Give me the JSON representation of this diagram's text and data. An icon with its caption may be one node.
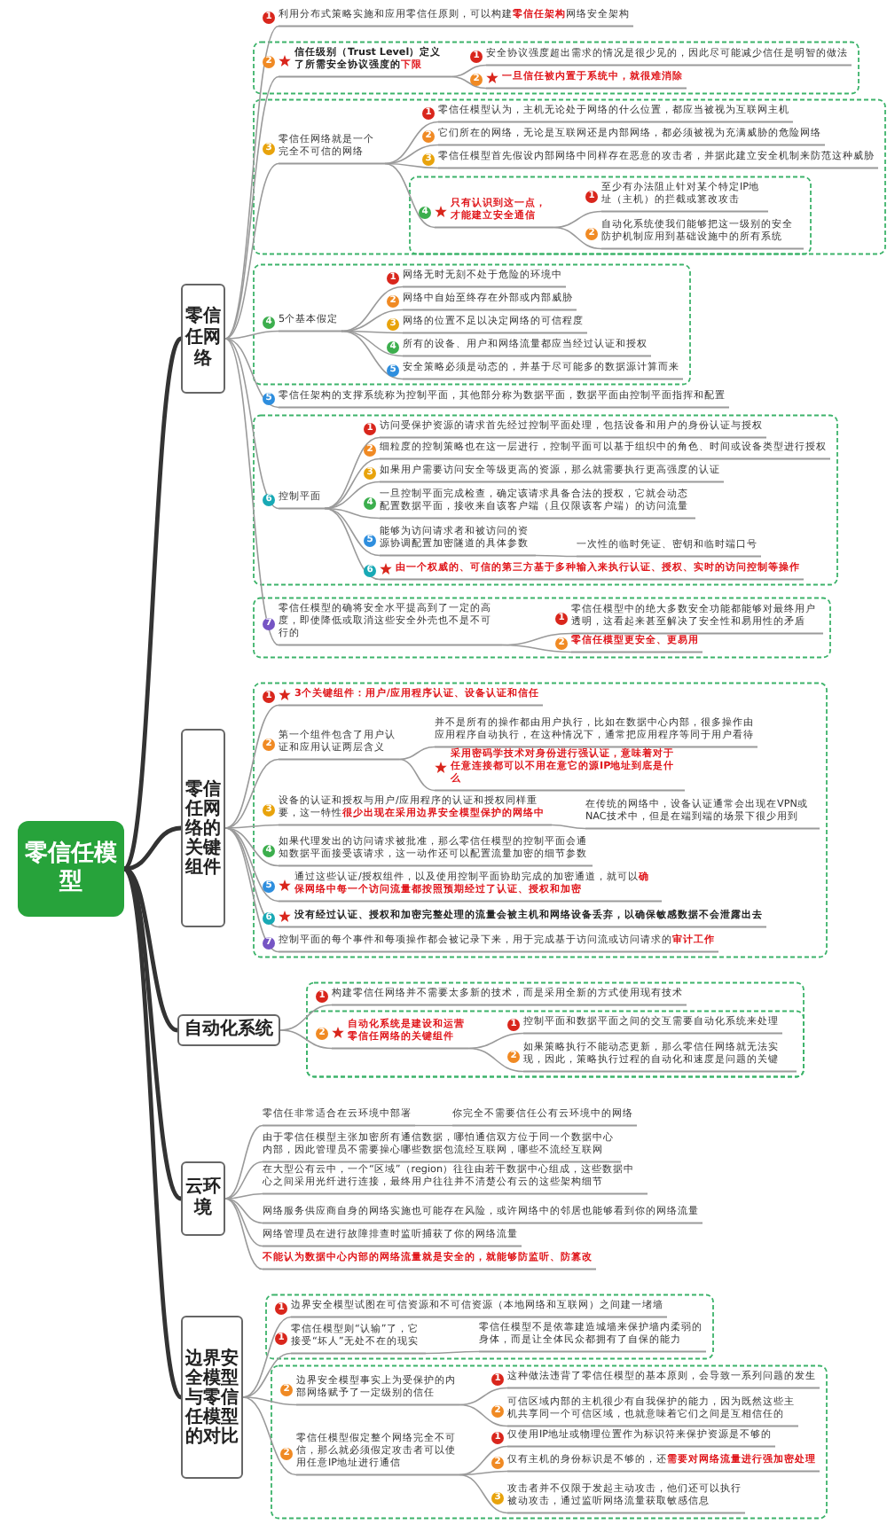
{
  "diagram": {
    "nodes": [
      {
        "text": [
          "零信任模型"
        ]
      },
      {
        "text": [
          "零信任网络"
        ]
      },
      {
        "text": [
          "利用分布式策略实施和应用零信任原则，可以构建**零信任架构**网络安全架构"
        ],
        "beside": [
          "1"
        ]
      },
      {
        "text": [
          "信任级别（Trust Level）定义了所需安全协议强度的**下限**"
        ],
        "beside": [
          "2"
        ]
      },
      {
        "text": [
          "安全协议强度超出需求的情况是很少见的，因此尽可能减少信任是明智的做法"
        ],
        "beside": [
          "1"
        ]
      },
      {
        "text": [
          "一旦信任被内置于系统中，就很难消除"
        ],
        "beside": [
          "2"
        ]
      },
      {
        "text": [
          "零信任网络就是一个完全不可信的网络"
        ],
        "beside": [
          "3"
        ]
      },
      {
        "text": [
          "零信任模型认为，主机无论处于网络的什么位置，都应当被视为互联网主机"
        ],
        "beside": [
          "1"
        ]
      },
      {
        "text": [
          "它们所在的网络，无论是互联网还是内部网络，都必须被视为充满威胁的危险网络"
        ],
        "beside": [
          "2"
        ]
      },
      {
        "text": [
          "零信任模型首先假设内部网络中同样存在恶意的攻击者，并据此建立安全机制来防范这种威胁"
        ],
        "beside": [
          "3"
        ]
      },
      {
        "text": [
          "只有认识到这一点，才能建立安全通信"
        ],
        "beside": [
          "4"
        ]
      },
      {
        "text": [
          "至少有办法阻止针对某个特定IP地址（主机）的拦截或篡改攻击"
        ],
        "beside": [
          "1"
        ]
      },
      {
        "text": [
          "自动化系统使我们能够把这一级别的安全防护机制应用到基础设施中的所有系统"
        ],
        "beside": [
          "2"
        ]
      },
      {
        "text": [
          "5个基本假定"
        ],
        "beside": [
          "4"
        ]
      },
      {
        "text": [
          "网络无时无刻不处于危险的环境中"
        ],
        "beside": [
          "1"
        ]
      },
      {
        "text": [
          "网络中自始至终存在外部或内部威胁"
        ],
        "beside": [
          "2"
        ]
      },
      {
        "text": [
          "网络的位置不足以决定网络的可信程度"
        ],
        "beside": [
          "3"
        ]
      },
      {
        "text": [
          "所有的设备、用户和网络流量都应当经过认证和授权"
        ],
        "beside": [
          "4"
        ]
      },
      {
        "text": [
          "安全策略必须是动态的，并基于尽可能多的数据源计算而来"
        ],
        "beside": [
          "5"
        ]
      },
      {
        "text": [
          "零信任架构的支撑系统称为控制平面，其他部分称为数据平面，数据平面由控制平面指挥和配置"
        ],
        "beside": [
          "5"
        ]
      },
      {
        "text": [
          "控制平面"
        ],
        "beside": [
          "6"
        ]
      },
      {
        "text": [
          "访问受保护资源的请求首先经过控制平面处理，包括设备和用户的身份认证与授权"
        ],
        "beside": [
          "1"
        ]
      },
      {
        "text": [
          "细粒度的控制策略也在这一层进行，控制平面可以基于组织中的角色、时间或设备类型进行授权"
        ],
        "beside": [
          "2"
        ]
      },
      {
        "text": [
          "如果用户需要访问安全等级更高的资源，那么就需要执行更高强度的认证"
        ],
        "beside": [
          "3"
        ]
      },
      {
        "text": [
          "一旦控制平面完成检查，确定该请求具备合法的授权，它就会动态配置数据平面，接收来自该客户端（且仅限该客户端）的访问流量"
        ],
        "beside": [
          "4"
        ]
      },
      {
        "text": [
          "能够为访问请求者和被访问的资源协调配置加密隧道的具体参数"
        ],
        "beside": [
          "5"
        ]
      },
      {
        "text": [
          "一次性的临时凭证、密钥和临时端口号"
        ]
      },
      {
        "text": [
          "由一个权威的、可信的第三方基于多种输入来执行认证、授权、实时的访问控制等操作"
        ],
        "beside": [
          "6"
        ]
      },
      {
        "text": [
          "零信任模型的确将安全水平提高到了一定的高度，即使降低或取消这些安全外壳也不是不可行的"
        ],
        "beside": [
          "7"
        ]
      },
      {
        "text": [
          "零信任模型中的绝大多数安全功能都能够对最终用户透明，这看起来甚至解决了安全性和易用性的矛盾"
        ],
        "beside": [
          "1"
        ]
      },
      {
        "text": [
          "零信任模型更安全、更易用"
        ],
        "beside": [
          "2"
        ]
      },
      {
        "text": [
          "零信任网络的关键组件"
        ]
      },
      {
        "text": [
          "3个关键组件：用户/应用程序认证、设备认证和信任"
        ],
        "beside": [
          "1"
        ]
      },
      {
        "text": [
          "第一个组件包含了用户认证和应用认证两层含义"
        ],
        "beside": [
          "2"
        ]
      },
      {
        "text": [
          "并不是所有的操作都由用户执行，比如在数据中心内部，很多操作由应用程序自动执行，在这种情况下，通常把应用程序等同于用户看待"
        ]
      },
      {
        "text": [
          "采用密码学技术对身份进行强认证，意味着对于任意连接都可以不用在意它的源IP地址到底是什么"
        ]
      },
      {
        "text": [
          "设备的认证和授权与用户/应用程序的认证和授权同样重要，这一特性**很少出现在采用边界安全模型保护的网络中**"
        ],
        "beside": [
          "3"
        ]
      },
      {
        "text": [
          "在传统的网络中，设备认证通常会出现在VPN或NAC技术中，但是在端到端的场景下很少用到"
        ]
      },
      {
        "text": [
          "如果代理发出的访问请求被批准，那么零信任模型的控制平面会通知数据平面接受该请求，这一动作还可以配置流量加密的细节参数"
        ],
        "beside": [
          "4"
        ]
      },
      {
        "text": [
          "通过这些认证/授权组件，以及使用控制平面协助完成的加密通道，就可以**确保网络中每一个访问流量都按照预期经过了认证、授权和加密**"
        ],
        "beside": [
          "5"
        ]
      },
      {
        "text": [
          "没有经过认证、授权和加密完整处理的流量会被主机和网络设备丢弃，以确保敏感数据不会泄露出去"
        ],
        "beside": [
          "6"
        ]
      },
      {
        "text": [
          "控制平面的每个事件和每项操作都会被记录下来，用于完成基于访问流或访问请求的**审计工作**"
        ],
        "beside": [
          "7"
        ]
      },
      {
        "text": [
          "自动化系统"
        ]
      },
      {
        "text": [
          "构建零信任网络并不需要太多新的技术，而是采用全新的方式使用现有技术"
        ],
        "beside": [
          "1"
        ]
      },
      {
        "text": [
          "自动化系统是建设和运营零信任网络的关键组件"
        ],
        "beside": [
          "2"
        ]
      },
      {
        "text": [
          "控制平面和数据平面之间的交互需要自动化系统来处理"
        ],
        "beside": [
          "1"
        ]
      },
      {
        "text": [
          "如果策略执行不能动态更新，那么零信任网络就无法实现，因此，策略执行过程的自动化和速度是问题的关键"
        ],
        "beside": [
          "2"
        ]
      },
      {
        "text": [
          "云环境"
        ]
      },
      {
        "text": [
          "零信任非常适合在云环境中部署"
        ]
      },
      {
        "text": [
          "你完全不需要信任公有云环境中的网络"
        ]
      },
      {
        "text": [
          "由于零信任模型主张加密所有通信数据，哪怕通信双方位于同一个数据中心内部，因此管理员不需要操心哪些数据包流经互联网，哪些不流经互联网"
        ]
      },
      {
        "text": [
          "在大型公有云中，一个“区域”（region）往往由若干数据中心组成，这些数据中心之间采用光纤进行连接，最终用户往往并不清楚公有云的这些架构细节"
        ]
      },
      {
        "text": [
          "网络服务供应商自身的网络实施也可能存在风险，或许网络中的邻居也能够看到你的网络流量"
        ]
      },
      {
        "text": [
          "网络管理员在进行故障排查时监听捕获了你的网络流量"
        ]
      },
      {
        "text": [
          "不能认为数据中心内部的网络流量就是安全的，就能够防监听、防篡改"
        ]
      },
      {
        "text": [
          "边界安全模型与零信任模型的对比"
        ]
      },
      {
        "text": [
          "边界安全模型试图在可信资源和不可信资源（本地网络和互联网）之间建一堵墙"
        ],
        "beside": [
          "1"
        ]
      },
      {
        "text": [
          "零信任模型则“认输”了，它接受“坏人”无处不在的现实"
        ],
        "beside": [
          "1"
        ]
      },
      {
        "text": [
          "零信任模型不是依靠建造城墙来保护墙内柔弱的身体，而是让全体民众都拥有了自保的能力"
        ]
      },
      {
        "text": [
          "边界安全模型事实上为受保护的内部网络赋予了一定级别的信任"
        ],
        "beside": [
          "2"
        ]
      },
      {
        "text": [
          "这种做法违背了零信任模型的基本原则，会导致一系列问题的发生"
        ],
        "beside": [
          "1"
        ]
      },
      {
        "text": [
          "可信区域内部的主机很少有自我保护的能力，因为既然这些主机共享同一个可信区域，也就意味着它们之间是互相信任的"
        ],
        "beside": [
          "2"
        ]
      },
      {
        "text": [
          "零信任模型假定整个网络完全不可信，那么就必须假定攻击者可以使用任意IP地址进行通信"
        ],
        "beside": [
          "2"
        ]
      },
      {
        "text": [
          "仅使用IP地址或物理位置作为标识符来保护资源是不够的"
        ],
        "beside": [
          "1"
        ]
      },
      {
        "text": [
          "仅有主机的身份标识是不够的，还**需要对网络流量进行强加密处理**"
        ],
        "beside": [
          "2"
        ]
      },
      {
        "text": [
          "攻击者并不仅限于发起主动攻击，他们还可以执行被动攻击，通过监听网络流量获取敏感信息"
        ],
        "beside": [
          "3"
        ]
      }
    ],
    "edges": [
      {
        "from": 0,
        "to": 1,
        "arrow": "none",
        "style": "thick",
        "color": "#333333"
      },
      {
        "from": 0,
        "to": 31,
        "arrow": "none",
        "style": "thick",
        "color": "#333333"
      },
      {
        "from": 0,
        "to": 42,
        "arrow": "none",
        "style": "thick",
        "color": "#333333"
      },
      {
        "from": 0,
        "to": 47,
        "arrow": "none",
        "style": "thick",
        "color": "#333333"
      },
      {
        "from": 0,
        "to": 55,
        "arrow": "none",
        "style": "thick",
        "color": "#333333"
      },
      {
        "from": 1,
        "to": 2,
        "arrow": "none"
      },
      {
        "from": 1,
        "to": 3,
        "arrow": "none"
      },
      {
        "from": 3,
        "to": 4,
        "arrow": "none"
      },
      {
        "from": 3,
        "to": 5,
        "arrow": "none"
      },
      {
        "from": 1,
        "to": 6,
        "arrow": "none"
      },
      {
        "from": 6,
        "to": 7,
        "arrow": "none"
      },
      {
        "from": 6,
        "to": 8,
        "arrow": "none"
      },
      {
        "from": 6,
        "to": 9,
        "arrow": "none"
      },
      {
        "from": 6,
        "to": 10,
        "arrow": "none"
      },
      {
        "from": 10,
        "to": 11,
        "arrow": "none"
      },
      {
        "from": 10,
        "to": 12,
        "arrow": "none"
      },
      {
        "from": 1,
        "to": 13,
        "arrow": "none"
      },
      {
        "from": 13,
        "to": 14,
        "arrow": "none"
      },
      {
        "from": 13,
        "to": 15,
        "arrow": "none"
      },
      {
        "from": 13,
        "to": 16,
        "arrow": "none"
      },
      {
        "from": 13,
        "to": 17,
        "arrow": "none"
      },
      {
        "from": 13,
        "to": 18,
        "arrow": "none"
      },
      {
        "from": 1,
        "to": 19,
        "arrow": "none"
      },
      {
        "from": 1,
        "to": 20,
        "arrow": "none"
      },
      {
        "from": 20,
        "to": 21,
        "arrow": "none"
      },
      {
        "from": 20,
        "to": 22,
        "arrow": "none"
      },
      {
        "from": 20,
        "to": 23,
        "arrow": "none"
      },
      {
        "from": 20,
        "to": 24,
        "arrow": "none"
      },
      {
        "from": 20,
        "to": 25,
        "arrow": "none"
      },
      {
        "from": 25,
        "to": 26,
        "arrow": "none"
      },
      {
        "from": 20,
        "to": 27,
        "arrow": "none"
      },
      {
        "from": 1,
        "to": 28,
        "arrow": "none"
      },
      {
        "from": 28,
        "to": 29,
        "arrow": "none"
      },
      {
        "from": 28,
        "to": 30,
        "arrow": "none"
      },
      {
        "from": 31,
        "to": 32,
        "arrow": "none"
      },
      {
        "from": 31,
        "to": 33,
        "arrow": "none"
      },
      {
        "from": 33,
        "to": 34,
        "arrow": "none"
      },
      {
        "from": 33,
        "to": 35,
        "arrow": "none"
      },
      {
        "from": 31,
        "to": 36,
        "arrow": "none"
      },
      {
        "from": 36,
        "to": 37,
        "arrow": "none"
      },
      {
        "from": 31,
        "to": 38,
        "arrow": "none"
      },
      {
        "from": 31,
        "to": 39,
        "arrow": "none"
      },
      {
        "from": 31,
        "to": 40,
        "arrow": "none"
      },
      {
        "from": 31,
        "to": 41,
        "arrow": "none"
      },
      {
        "from": 42,
        "to": 43,
        "arrow": "none"
      },
      {
        "from": 42,
        "to": 44,
        "arrow": "none"
      },
      {
        "from": 44,
        "to": 45,
        "arrow": "none"
      },
      {
        "from": 44,
        "to": 46,
        "arrow": "none"
      },
      {
        "from": 47,
        "to": 48,
        "arrow": "none"
      },
      {
        "from": 48,
        "to": 49,
        "arrow": "none"
      },
      {
        "from": 47,
        "to": 50,
        "arrow": "none"
      },
      {
        "from": 47,
        "to": 51,
        "arrow": "none"
      },
      {
        "from": 47,
        "to": 52,
        "arrow": "none"
      },
      {
        "from": 47,
        "to": 53,
        "arrow": "none"
      },
      {
        "from": 47,
        "to": 54,
        "arrow": "none"
      },
      {
        "from": 55,
        "to": 56,
        "arrow": "none"
      },
      {
        "from": 55,
        "to": 57,
        "arrow": "none"
      },
      {
        "from": 57,
        "to": 58,
        "arrow": "none"
      },
      {
        "from": 55,
        "to": 59,
        "arrow": "none"
      },
      {
        "from": 59,
        "to": 60,
        "arrow": "none"
      },
      {
        "from": 59,
        "to": 61,
        "arrow": "none"
      },
      {
        "from": 55,
        "to": 62,
        "arrow": "none"
      },
      {
        "from": 62,
        "to": 63,
        "arrow": "none"
      },
      {
        "from": 62,
        "to": 64,
        "arrow": "none"
      },
      {
        "from": 62,
        "to": 65,
        "arrow": "none"
      }
    ]
  }
}
